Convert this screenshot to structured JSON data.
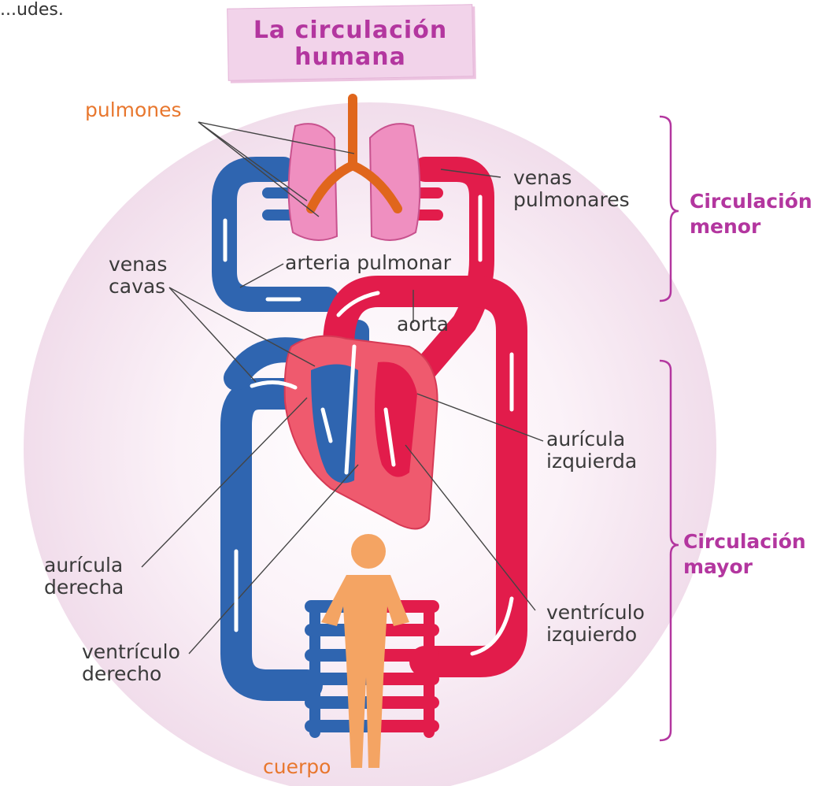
{
  "corner_text": "...udes.",
  "title": {
    "line1": "La circulación",
    "line2": "humana"
  },
  "labels": {
    "pulmones": "pulmones",
    "venas_pulmonares": [
      "venas",
      "pulmonares"
    ],
    "arteria_pulmonar": "arteria pulmonar",
    "venas_cavas": [
      "venas",
      "cavas"
    ],
    "aorta": "aorta",
    "auricula_izquierda": [
      "aurícula",
      "izquierda"
    ],
    "auricula_derecha": [
      "aurícula",
      "derecha"
    ],
    "ventriculo_izquierdo": [
      "ventrículo",
      "izquierdo"
    ],
    "ventriculo_derecho": [
      "ventrículo",
      "derecho"
    ],
    "cuerpo": "cuerpo"
  },
  "groups": {
    "menor": [
      "Circulación",
      "menor"
    ],
    "mayor": [
      "Circulación",
      "mayor"
    ]
  },
  "colors": {
    "accent": "#b3369f",
    "title_bg": "#f2d3ea",
    "label_orange": "#e8772e",
    "vein_blue": "#2f65b0",
    "artery_red": "#e21c4b",
    "heart": "#ef5a6e",
    "lung": "#ef8fc0",
    "trachea": "#e0661c",
    "body": "#f4a463",
    "halo": "#f6e6f1"
  }
}
